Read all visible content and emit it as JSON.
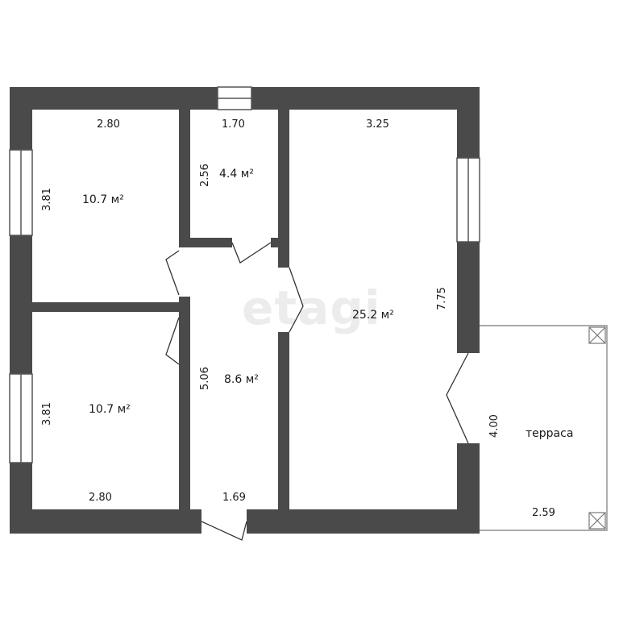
{
  "plan": {
    "watermark": "etagi",
    "rooms": {
      "bedroom_top": {
        "area": "10.7 м²",
        "width": "2.80",
        "height": "3.81"
      },
      "bedroom_bottom": {
        "area": "10.7 м²",
        "width": "2.80",
        "height": "3.81"
      },
      "bathroom": {
        "area": "4.4 м²",
        "width": "1.70",
        "height": "2.56"
      },
      "hallway": {
        "area": "8.6 м²",
        "width": "1.69",
        "height": "5.06"
      },
      "living_room": {
        "area": "25.2 м²",
        "width": "3.25",
        "height": "7.75"
      },
      "terrace": {
        "label": "терраса",
        "width": "2.59",
        "height": "4.00"
      }
    },
    "colors": {
      "wall": "#4a4a4a",
      "line": "#333333",
      "background": "#ffffff"
    }
  }
}
